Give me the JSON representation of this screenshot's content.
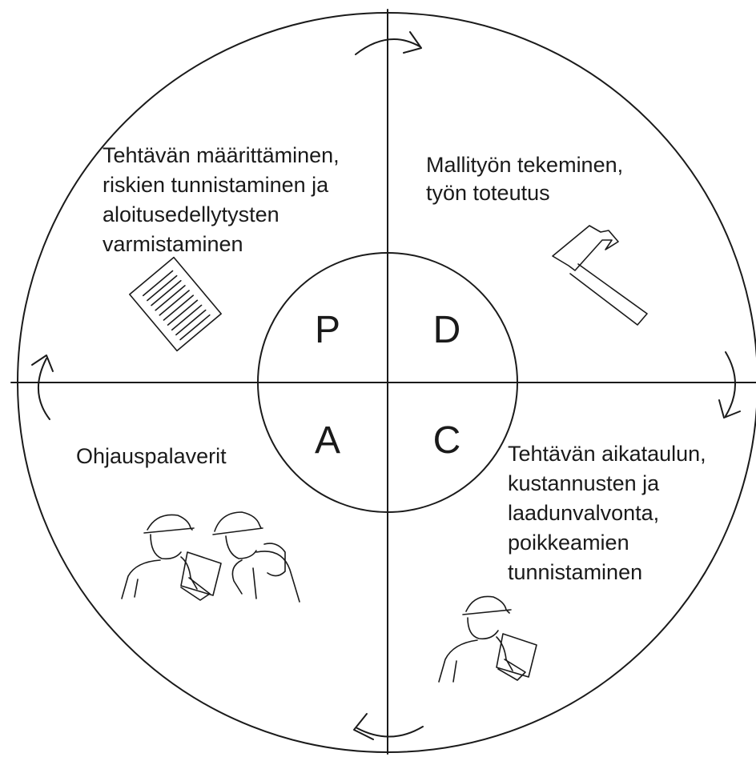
{
  "center_letters": {
    "plan": "P",
    "do": "D",
    "check": "C",
    "act": "A"
  },
  "quadrants": {
    "plan": {
      "lines": [
        "Tehtävän määrittäminen,",
        "riskien tunnistaminen ja",
        "aloitusedellytysten",
        "varmistaminen"
      ]
    },
    "do": {
      "lines": [
        "Mallityön tekeminen,",
        "työn toteutus"
      ]
    },
    "act": {
      "lines": [
        "Ohjauspalaverit"
      ]
    },
    "check": {
      "lines": [
        "Tehtävän aikataulun,",
        "kustannusten ja",
        "laadunvalvonta,",
        "poikkeamien",
        "tunnistaminen"
      ]
    }
  },
  "icons": {
    "plan": "document-icon",
    "do": "hammer-icon",
    "act": "meeting-workers-icon",
    "check": "inspector-worker-icon"
  }
}
